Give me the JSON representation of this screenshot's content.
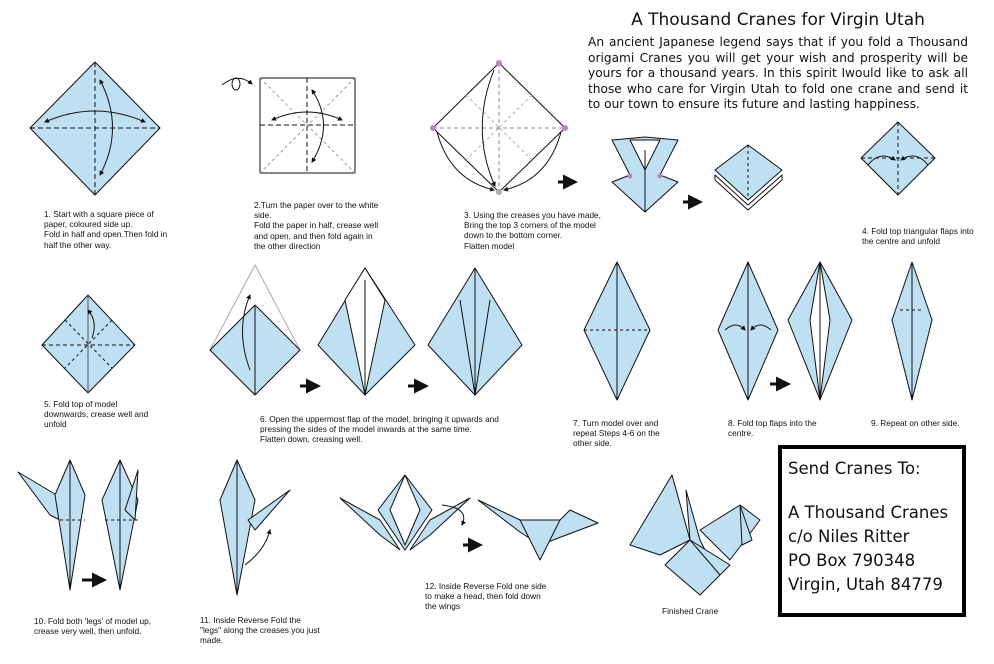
{
  "title": "A Thousand Cranes for Virgin Utah",
  "intro": "An ancient Japanese legend says that if you fold a Thousand origami Cranes you will get your wish and prosperity will be yours for a thousand years. In this spirit Iwould like to ask all those who care for Virgin Utah to fold one crane and send it to our town to ensure its future and lasting happiness.",
  "steps": [
    "1. Start with a square piece of paper, coloured side up.\nFold in half and open.Then fold in half the other way.",
    "2.Turn the paper over to the white side.\nFold the paper in half, crease well and open,  and then fold again in the other direction",
    "3.  Using the creases you have made, Bring the top 3 corners of the model down to the bottom corner.\nFlatten model",
    "4.  Fold top triangular flaps into the centre and unfold",
    "5.  Fold top of model downwards, crease well and unfold",
    "6.  Open the uppermost flap of the model, bringing it upwards and pressing the sides of the model inwards at the same time.\nFlatten down, creasing well.",
    "7.  Turn model over and repeat Steps 4-6 on the other side.",
    "8.  Fold top flaps into the centre.",
    "9.  Repeat on other side.",
    "10.  Fold both 'legs' of model up, crease very well, then unfold.",
    "11.  Inside Reverse Fold the \"legs\" along the creases you just made.",
    "12.  Inside Reverse Fold one side to make a head, then fold down the wings",
    "Finished Crane"
  ],
  "address": {
    "heading": "Send Cranes To:",
    "line1": "A Thousand Cranes",
    "line2": "c/o Niles Ritter",
    "line3": "PO Box 790348",
    "line4": "Virgin, Utah 84779"
  },
  "colors": {
    "paper": "#bfe0f2",
    "ink": "#111111",
    "point": "#c080c0"
  }
}
